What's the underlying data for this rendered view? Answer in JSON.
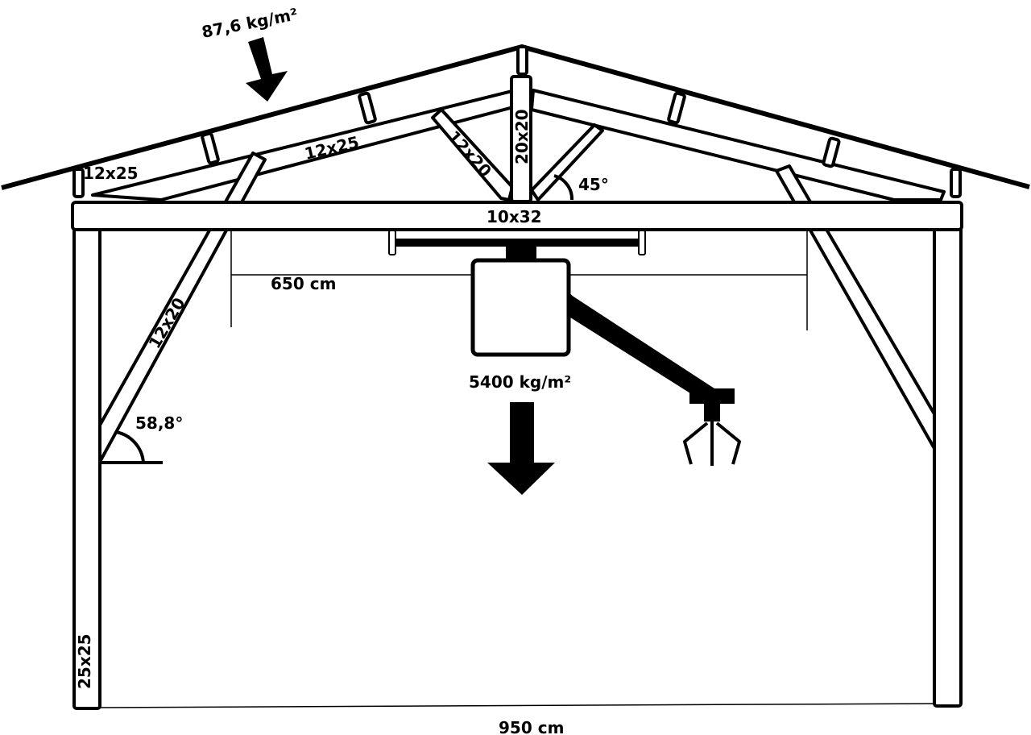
{
  "labels": {
    "roof_load": "87,6 kg/m²",
    "purlin_left": "12x25",
    "rafter_left": "12x25",
    "strut_left": "12x20",
    "king_post": "20x20",
    "angle_top": "45°",
    "tie_beam": "10x32",
    "span_inner": "650 cm",
    "brace_left": "12x20",
    "angle_brace": "58,8°",
    "crane_load": "5400 kg/m²",
    "column": "25x25",
    "span_total": "950 cm"
  },
  "colors": {
    "line": "#000000",
    "background": "#ffffff"
  }
}
